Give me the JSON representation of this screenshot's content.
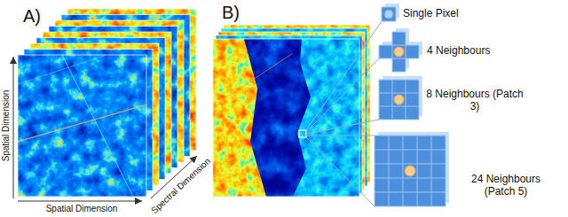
{
  "diagram": {
    "labels": [
      "A)",
      "B)",
      "Spatial Dimension",
      "Spatial Dimension",
      "Spectral Dimension",
      "Single Pixel",
      "4 Neighbours",
      "8 Neighbours (Patch 3)",
      "24 Neighbours (Patch 5)"
    ]
  }
}
